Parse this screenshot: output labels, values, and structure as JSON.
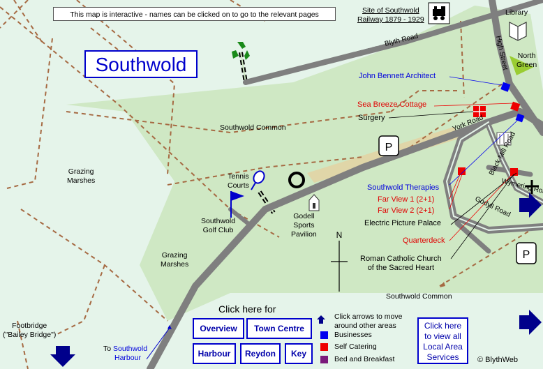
{
  "notice": "This map is interactive - names can be clicked on to go to the relevant pages",
  "title": "Southwold",
  "railway": {
    "line1": "Site of Southwold",
    "line2": "Railway 1879 - 1929"
  },
  "library": "Library",
  "north_green": {
    "line1": "North",
    "line2": "Green"
  },
  "roads": {
    "blyth": "Blyth Road",
    "high_street": "High Street",
    "york": "York Road",
    "black_mill": "Black Mill Road",
    "wymering": "Wymering Road",
    "godyll": "Godyll Road"
  },
  "places": {
    "common_top": "Southwold Common",
    "common_bottom": "Southwold Common",
    "grazing_left": {
      "line1": "Grazing",
      "line2": "Marshes"
    },
    "grazing_mid": {
      "line1": "Grazing",
      "line2": "Marshes"
    },
    "tennis": {
      "line1": "Tennis",
      "line2": "Courts"
    },
    "golf": {
      "line1": "Southwold",
      "line2": "Golf Club"
    },
    "pavilion": {
      "line1": "Godell",
      "line2": "Sports",
      "line3": "Pavilion"
    },
    "footbridge": {
      "line1": "Footbridge",
      "line2": "(\"Bailey Bridge\")"
    },
    "harbour_prefix": "To",
    "harbour_link1": "Southwold",
    "harbour_link2": "Harbour",
    "surgery": "Surgery",
    "electric": "Electric Picture Palace",
    "church": {
      "line1": "Roman Catholic Church",
      "line2": "of the Sacred Heart"
    }
  },
  "businesses": {
    "john_bennett": "John Bennett Architect",
    "sea_breeze": "Sea Breeze Cottage",
    "therapies": "Southwold Therapies",
    "far_view_1": "Far View 1 (2+1)",
    "far_view_2": "Far View 2 (2+1)",
    "quarterdeck": "Quarterdeck"
  },
  "parking_symbol": "P",
  "nav": {
    "heading": "Click here for",
    "overview": "Overview",
    "town_centre": "Town Centre",
    "harbour": "Harbour",
    "reydon": "Reydon",
    "key": "Key"
  },
  "legend": {
    "arrows_line1": "Click arrows to move",
    "arrows_line2": "around other areas",
    "businesses": "Businesses",
    "self_catering": "Self Catering",
    "bnb": "Bed and Breakfast"
  },
  "services": {
    "line1": "Click here",
    "line2": "to view all",
    "line3": "Local Area",
    "line4": "Services"
  },
  "copyright": "© BlythWeb",
  "colors": {
    "land": "#e5f4ea",
    "common": "#cfe8c4",
    "road": "#7f7f7f",
    "path": "#a66a43",
    "business": "#0000ee",
    "self_catering": "#ee0000",
    "bnb": "#7b1a7b",
    "arrow": "#00008b"
  }
}
